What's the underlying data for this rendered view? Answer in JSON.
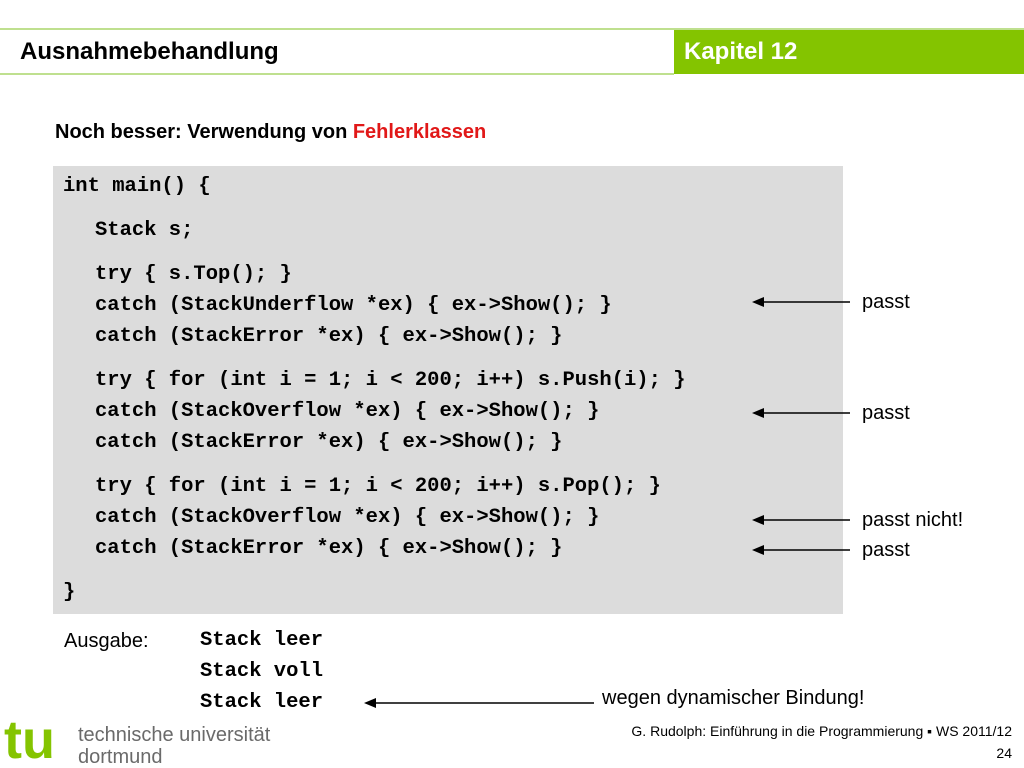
{
  "header": {
    "title": "Ausnahmebehandlung",
    "chapter": "Kapitel 12"
  },
  "subtitle": {
    "prefix": "Noch besser: Verwendung von ",
    "highlight": "Fehlerklassen"
  },
  "code": {
    "lines": [
      "int main() {",
      "Stack s;",
      "try { s.Top(); }",
      "catch (StackUnderflow *ex) { ex->Show(); }",
      "catch (StackError *ex) { ex->Show(); }",
      "try { for (int i = 1; i < 200; i++) s.Push(i); }",
      "catch (StackOverflow *ex) { ex->Show(); }",
      "catch (StackError *ex) { ex->Show(); }",
      "try { for (int i = 1; i < 200; i++) s.Pop(); }",
      "catch (StackOverflow *ex) { ex->Show(); }",
      "catch (StackError *ex) { ex->Show(); }",
      "}"
    ]
  },
  "notes": {
    "n1": "passt",
    "n2": "passt",
    "n3": "passt nicht!",
    "n4": "passt",
    "n5": "wegen dynamischer Bindung!"
  },
  "output": {
    "label": "Ausgabe:",
    "lines": [
      "Stack leer",
      "Stack voll",
      "Stack leer"
    ]
  },
  "footer": {
    "credit": "G. Rudolph: Einführung in die Programmierung ▪ WS 2011/12",
    "page": "24"
  },
  "logo": {
    "mark": "tu",
    "line1": "technische universität",
    "line2": "dortmund"
  },
  "colors": {
    "accent": "#84c400",
    "highlight": "#e11818",
    "code_background": "#dcdcdc"
  }
}
